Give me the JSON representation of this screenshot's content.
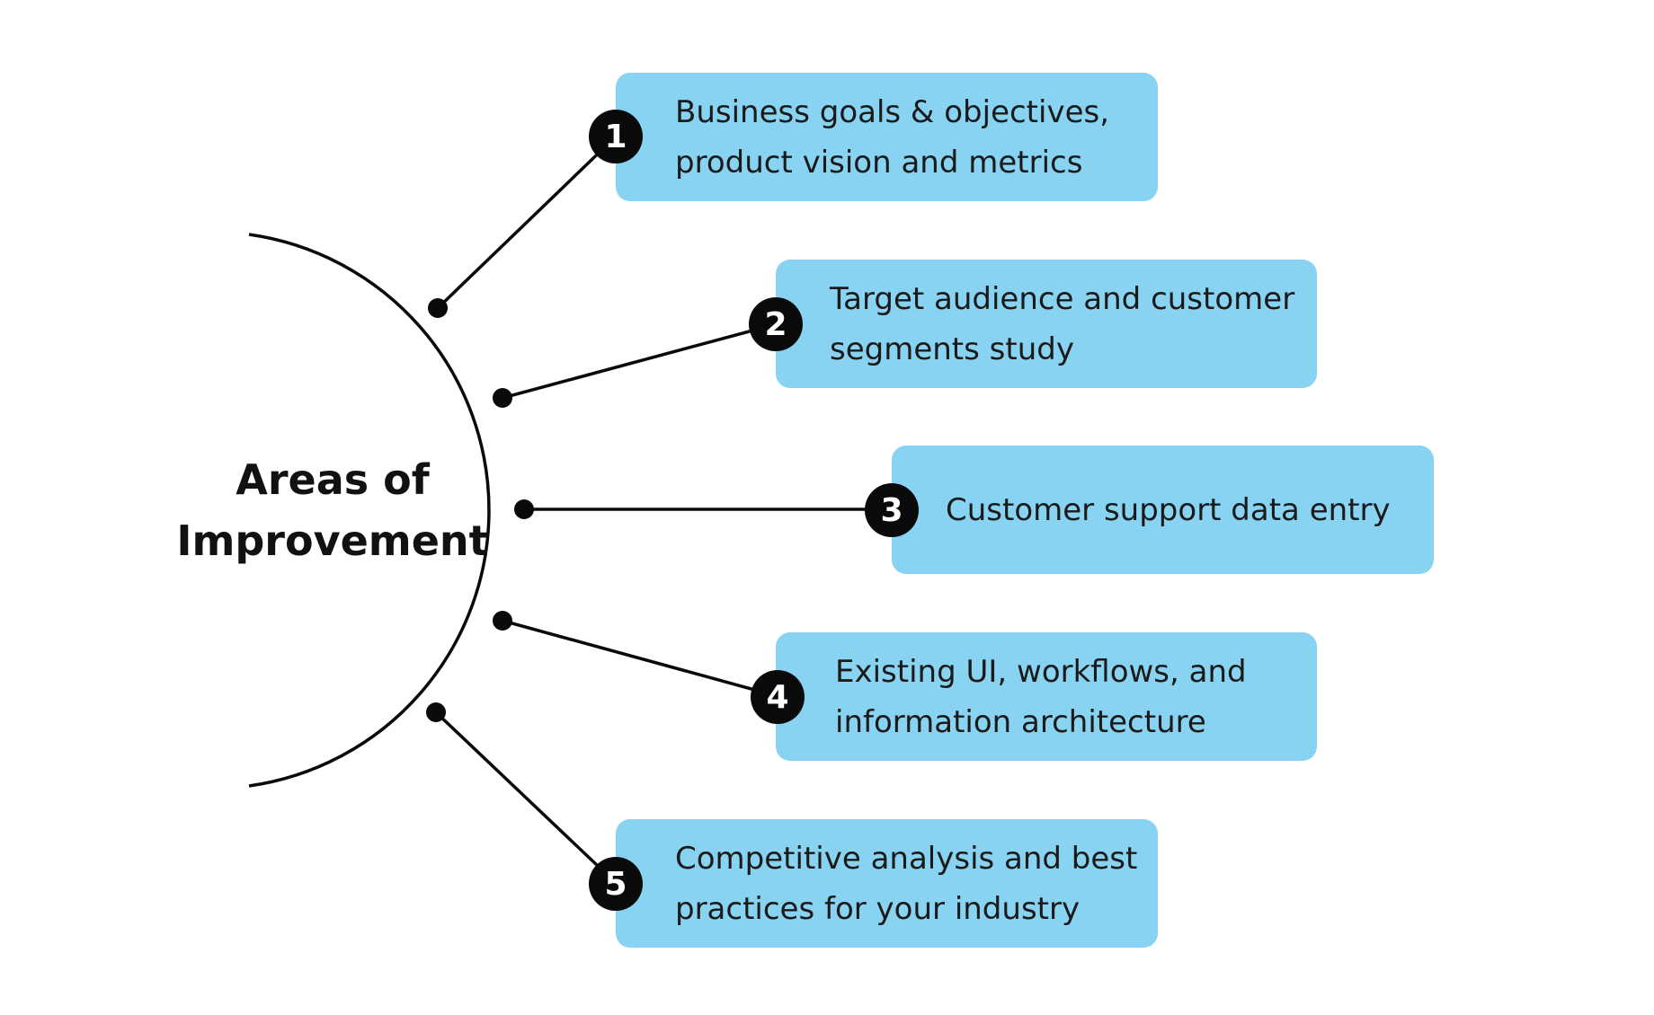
{
  "diagram": {
    "title_lines": [
      "Areas of",
      "Improvement"
    ],
    "items": [
      {
        "number": "1",
        "text": "Business goals & objectives,\nproduct vision and metrics"
      },
      {
        "number": "2",
        "text": "Target audience and customer\nsegments study"
      },
      {
        "number": "3",
        "text": "Customer support data entry"
      },
      {
        "number": "4",
        "text": "Existing UI, workflows, and\ninformation architecture"
      },
      {
        "number": "5",
        "text": "Competitive analysis and best\npractices for your industry"
      }
    ],
    "colors": {
      "box_fill": "#87d3f1",
      "badge_fill": "#0a0a0a",
      "badge_text": "#ffffff",
      "line": "#0a0a0a",
      "text": "#1a1a1a"
    }
  }
}
